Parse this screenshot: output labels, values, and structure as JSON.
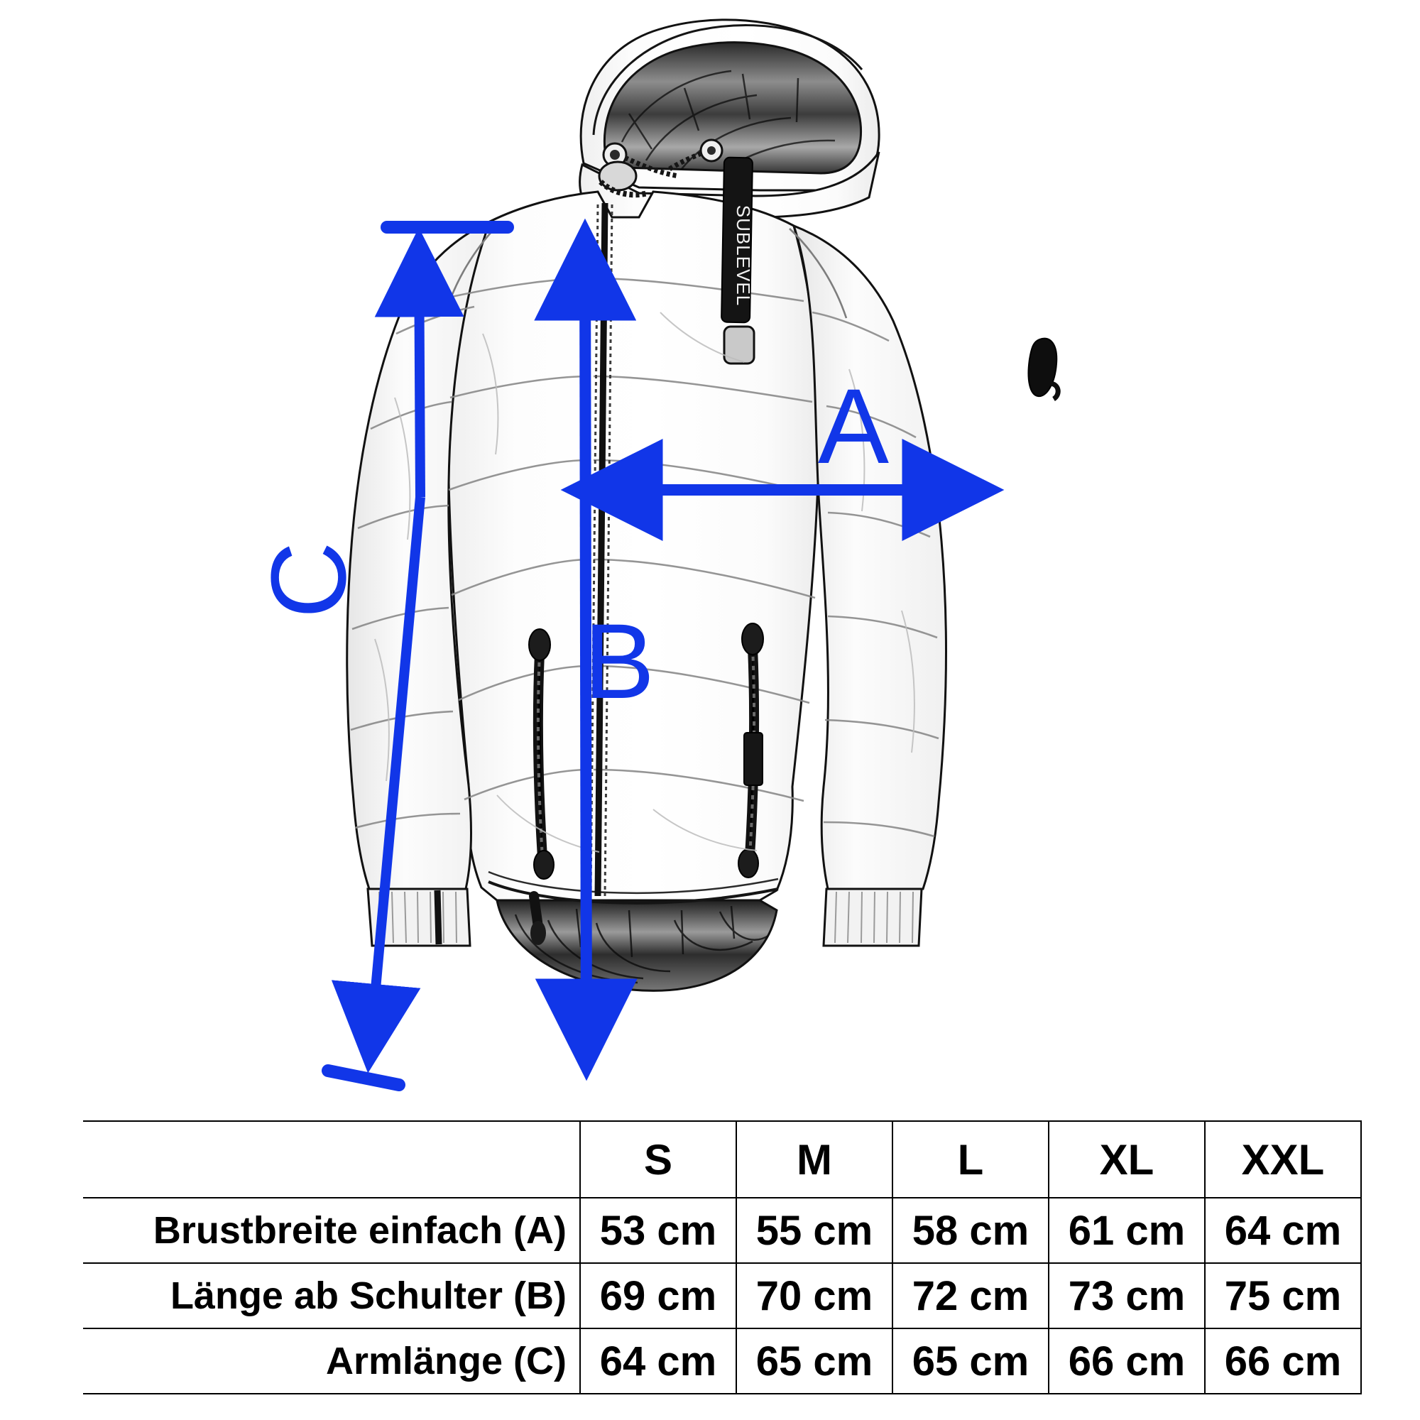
{
  "illustration": {
    "garment": "hooded-puffer-jacket",
    "brand_tag_text": "SUBLEVEL",
    "measurement_markers": [
      {
        "id": "A",
        "label": "A",
        "type": "double-arrow-horizontal",
        "meaning": "Brustbreite einfach"
      },
      {
        "id": "B",
        "label": "B",
        "type": "double-arrow-vertical",
        "meaning": "Länge ab Schulter"
      },
      {
        "id": "C",
        "label": "C",
        "type": "arrow-vertical-with-ticks",
        "meaning": "Armlänge"
      }
    ],
    "accent_color": "#1136E8"
  },
  "table": {
    "corner_label": "",
    "size_headers": [
      "S",
      "M",
      "L",
      "XL",
      "XXL"
    ],
    "rows": [
      {
        "label": "Brustbreite einfach (A)",
        "values": [
          "53 cm",
          "55 cm",
          "58 cm",
          "61 cm",
          "64 cm"
        ]
      },
      {
        "label": "Länge ab Schulter (B)",
        "values": [
          "69 cm",
          "70 cm",
          "72 cm",
          "73 cm",
          "75 cm"
        ]
      },
      {
        "label": "Armlänge (C)",
        "values": [
          "64 cm",
          "65 cm",
          "65 cm",
          "66 cm",
          "66 cm"
        ]
      }
    ]
  }
}
